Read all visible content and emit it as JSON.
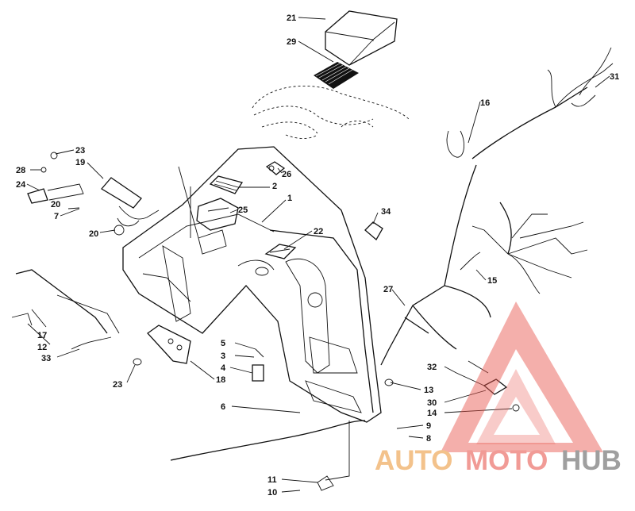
{
  "diagram": {
    "callouts": [
      {
        "id": "c21",
        "text": "21"
      },
      {
        "id": "c29",
        "text": "29"
      },
      {
        "id": "c31",
        "text": "31"
      },
      {
        "id": "c16",
        "text": "16"
      },
      {
        "id": "c23a",
        "text": "23"
      },
      {
        "id": "c28",
        "text": "28"
      },
      {
        "id": "c19",
        "text": "19"
      },
      {
        "id": "c24",
        "text": "24"
      },
      {
        "id": "c20a",
        "text": "20"
      },
      {
        "id": "c7",
        "text": "7"
      },
      {
        "id": "c20b",
        "text": "20"
      },
      {
        "id": "c26",
        "text": "26"
      },
      {
        "id": "c2",
        "text": "2"
      },
      {
        "id": "c1",
        "text": "1"
      },
      {
        "id": "c25",
        "text": "25"
      },
      {
        "id": "c22",
        "text": "22"
      },
      {
        "id": "c34",
        "text": "34"
      },
      {
        "id": "c15",
        "text": "15"
      },
      {
        "id": "c27",
        "text": "27"
      },
      {
        "id": "c17",
        "text": "17"
      },
      {
        "id": "c12",
        "text": "12"
      },
      {
        "id": "c33",
        "text": "33"
      },
      {
        "id": "c23b",
        "text": "23"
      },
      {
        "id": "c18",
        "text": "18"
      },
      {
        "id": "c5",
        "text": "5"
      },
      {
        "id": "c3",
        "text": "3"
      },
      {
        "id": "c4",
        "text": "4"
      },
      {
        "id": "c6",
        "text": "6"
      },
      {
        "id": "c32",
        "text": "32"
      },
      {
        "id": "c13",
        "text": "13"
      },
      {
        "id": "c30",
        "text": "30"
      },
      {
        "id": "c14",
        "text": "14"
      },
      {
        "id": "c9",
        "text": "9"
      },
      {
        "id": "c8",
        "text": "8"
      },
      {
        "id": "c11",
        "text": "11"
      },
      {
        "id": "c10",
        "text": "10"
      }
    ]
  },
  "watermark": {
    "part1": "AUTO",
    "part2": "MOTO",
    "part3": "HUB",
    "colors": {
      "auto": "#f2b877",
      "moto": "#ef8a84",
      "hub": "#8f8f8f",
      "triangle": "#e8534a"
    }
  }
}
